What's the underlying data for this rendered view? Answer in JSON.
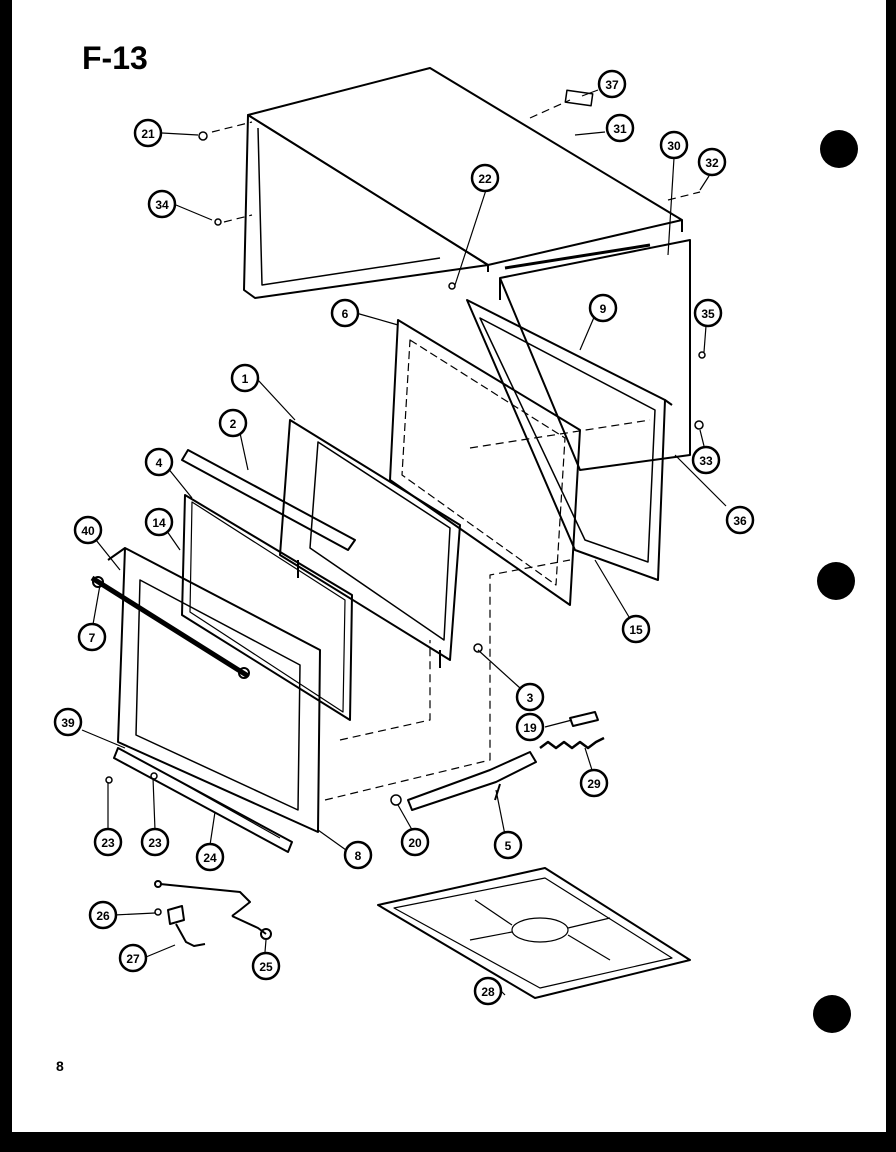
{
  "title": "F-13",
  "footer": "8",
  "callouts": [
    {
      "label": "1"
    },
    {
      "label": "2"
    },
    {
      "label": "3"
    },
    {
      "label": "4"
    },
    {
      "label": "5"
    },
    {
      "label": "6"
    },
    {
      "label": "7"
    },
    {
      "label": "8"
    },
    {
      "label": "9"
    },
    {
      "label": "14"
    },
    {
      "label": "15"
    },
    {
      "label": "19"
    },
    {
      "label": "20"
    },
    {
      "label": "21"
    },
    {
      "label": "22"
    },
    {
      "label": "23"
    },
    {
      "label": "23"
    },
    {
      "label": "24"
    },
    {
      "label": "25"
    },
    {
      "label": "26"
    },
    {
      "label": "27"
    },
    {
      "label": "28"
    },
    {
      "label": "29"
    },
    {
      "label": "30"
    },
    {
      "label": "31"
    },
    {
      "label": "32"
    },
    {
      "label": "33"
    },
    {
      "label": "34"
    },
    {
      "label": "35"
    },
    {
      "label": "36"
    },
    {
      "label": "37"
    },
    {
      "label": "39"
    },
    {
      "label": "40"
    }
  ]
}
